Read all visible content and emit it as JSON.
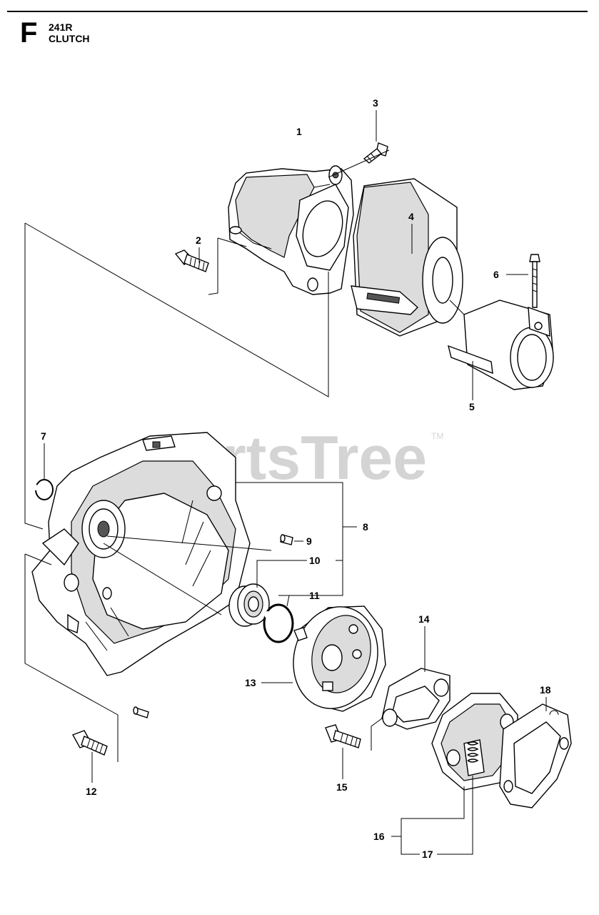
{
  "header": {
    "section_letter": "F",
    "model": "241R",
    "title": "CLUTCH"
  },
  "watermark": {
    "text": "PartsTree",
    "trademark": "TM"
  },
  "callouts": [
    {
      "id": "c1",
      "label": "1"
    },
    {
      "id": "c2",
      "label": "2"
    },
    {
      "id": "c3",
      "label": "3"
    },
    {
      "id": "c4",
      "label": "4"
    },
    {
      "id": "c5",
      "label": "5"
    },
    {
      "id": "c6",
      "label": "6"
    },
    {
      "id": "c7",
      "label": "7"
    },
    {
      "id": "c8",
      "label": "8"
    },
    {
      "id": "c9",
      "label": "9"
    },
    {
      "id": "c10",
      "label": "10"
    },
    {
      "id": "c11",
      "label": "11"
    },
    {
      "id": "c12",
      "label": "12"
    },
    {
      "id": "c13",
      "label": "13"
    },
    {
      "id": "c14",
      "label": "14"
    },
    {
      "id": "c15",
      "label": "15"
    },
    {
      "id": "c16",
      "label": "16"
    },
    {
      "id": "c17",
      "label": "17"
    },
    {
      "id": "c18",
      "label": "18"
    }
  ]
}
